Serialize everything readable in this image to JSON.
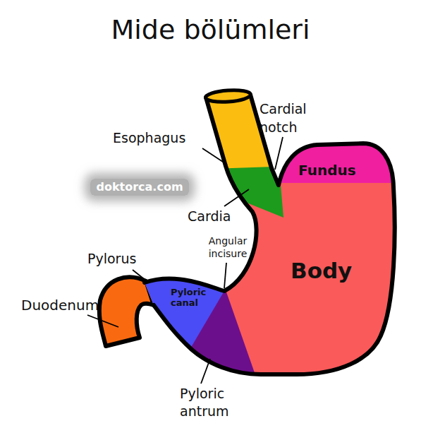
{
  "diagram": {
    "title": "Mide bölümleri",
    "labels": [
      "Esophagus",
      "Cardial notch",
      "Fundus",
      "doktorca.com",
      "Cardia",
      "Angular incisure",
      "Body",
      "Pylorus",
      "Pyloric canal",
      "Duodenum",
      "Pyloric antrum"
    ]
  }
}
